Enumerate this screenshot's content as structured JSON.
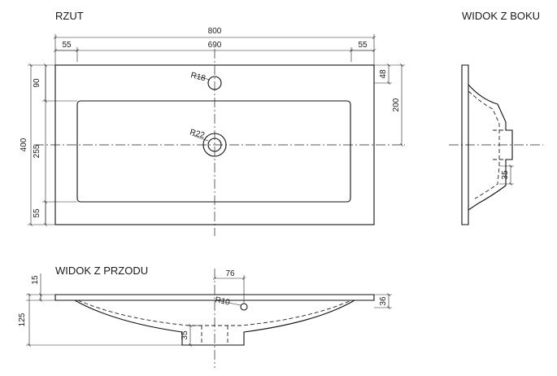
{
  "views": {
    "plan": {
      "title": "RZUT",
      "dims": {
        "overall_width": "800",
        "inner_width": "690",
        "margin_left": "55",
        "margin_right": "55",
        "overall_depth": "400",
        "top_band": "90",
        "bowl_depth": "255",
        "bottom_band": "55",
        "right_edge_offset": "48",
        "right_hole_offset": "200",
        "tap_hole_radius": "R18",
        "drain_radius": "R22"
      }
    },
    "side": {
      "title": "WIDOK Z BOKU",
      "dims": {
        "drain_height": "35"
      }
    },
    "front": {
      "title": "WIDOK Z PRZODU",
      "dims": {
        "rim_thickness": "15",
        "bowl_height": "125",
        "drain_offset": "76",
        "drain_height": "35",
        "overflow_radius": "R10",
        "rim_height": "36"
      }
    }
  }
}
